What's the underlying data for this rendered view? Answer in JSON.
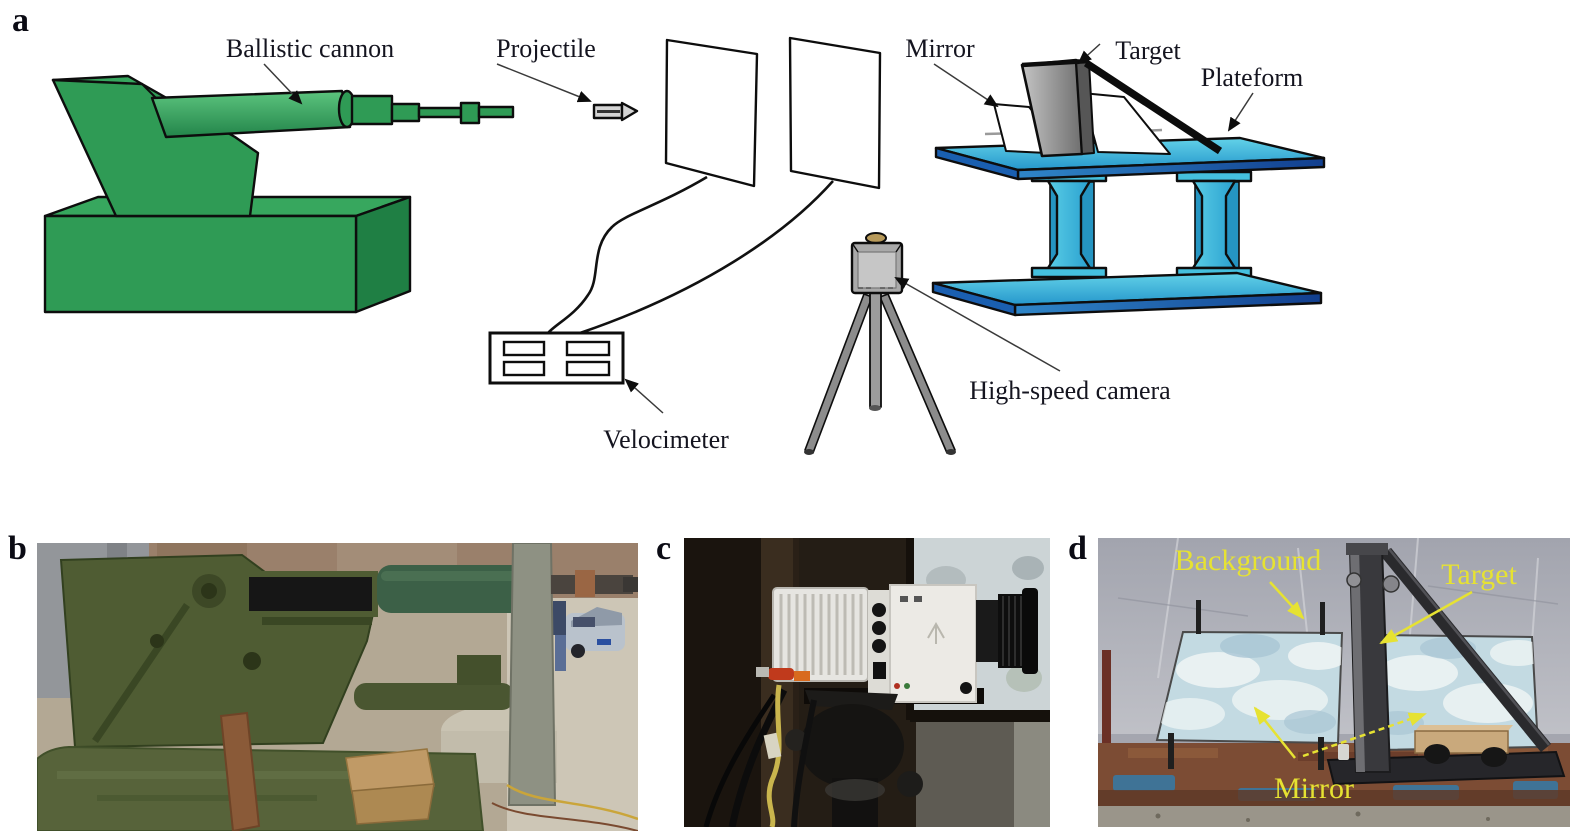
{
  "colors": {
    "cannon_green": "#2f9b55",
    "platform_cyan": "#45c4e0",
    "platform_edge_blue": "#1a5fb0",
    "target_gray": "#8f8f8f",
    "annotation_yellow": "#e6e232",
    "schematic_outline": "#0d0d0d"
  },
  "panels": {
    "a": {
      "letter": "a",
      "labels": {
        "ballistic_cannon": "Ballistic cannon",
        "projectile": "Projectile",
        "mirror": "Mirror",
        "target": "Target",
        "plateform": "Plateform",
        "velocimeter": "Velocimeter",
        "high_speed_camera": "High-speed camera"
      }
    },
    "b": {
      "letter": "b"
    },
    "c": {
      "letter": "c"
    },
    "d": {
      "letter": "d",
      "labels": {
        "background": "Background",
        "target": "Target",
        "mirror": "Mirror"
      }
    }
  }
}
